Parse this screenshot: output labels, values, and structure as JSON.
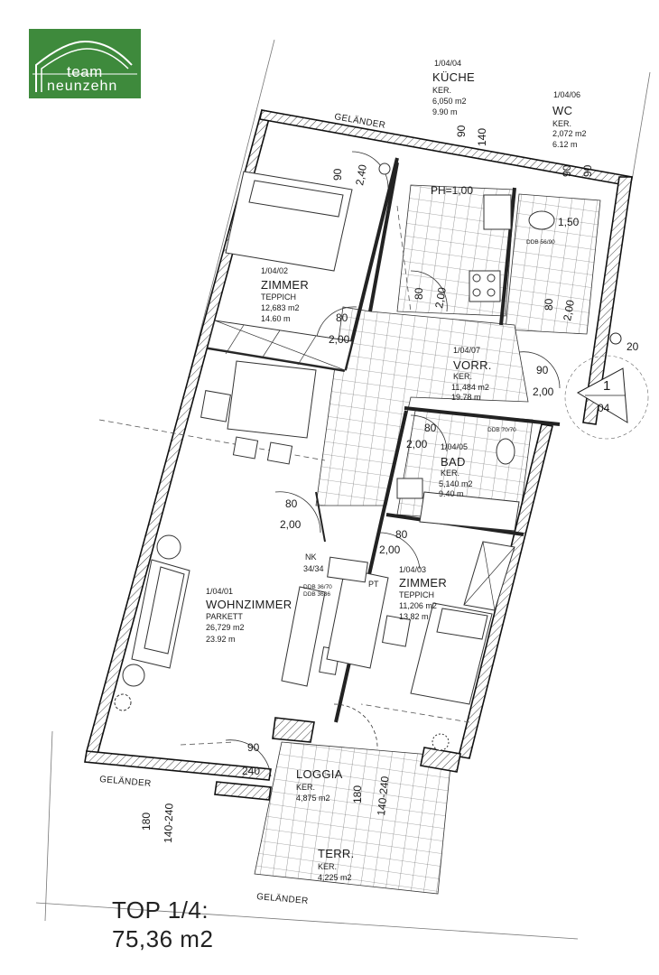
{
  "logo": {
    "line1": "team",
    "line2": "neunzehn",
    "bg_color": "#3e8a3c"
  },
  "rooms": {
    "kueche": {
      "id": "1/04/04",
      "name": "KÜCHE",
      "floor": "KER.",
      "area": "6,050 m2",
      "perimeter": "9.90  m"
    },
    "wc": {
      "id": "1/04/06",
      "name": "WC",
      "floor": "KER.",
      "area": "2,072 m2",
      "perimeter": "6.12  m"
    },
    "zimmer1": {
      "id": "1/04/02",
      "name": "ZIMMER",
      "floor": "TEPPICH",
      "area": "12,683 m2",
      "perimeter": "14.60  m"
    },
    "vorr": {
      "id": "1/04/07",
      "name": "VORR.",
      "floor": "KER.",
      "area": "11,484 m2",
      "perimeter": "19.78  m"
    },
    "bad": {
      "id": "1/04/05",
      "name": "BAD",
      "floor": "KER.",
      "area": "5,140 m2",
      "perimeter": "9.40  m"
    },
    "wohnzimmer": {
      "id": "1/04/01",
      "name": "WOHNZIMMER",
      "floor": "PARKETT",
      "area": "26,729 m2",
      "perimeter": "23.92  m"
    },
    "zimmer2": {
      "id": "1/04/03",
      "name": "ZIMMER",
      "floor": "TEPPICH",
      "area": "11,206 m2",
      "perimeter": "13.82  m"
    },
    "loggia": {
      "name": "LOGGIA",
      "floor": "KER.",
      "area": "4,875 m2"
    },
    "terr": {
      "name": "TERR.",
      "floor": "KER.",
      "area": "4,225 m2"
    }
  },
  "labels": {
    "gelaender": "GELÄNDER",
    "ph": "PH=1,00",
    "nk": "NK",
    "nk_num": "34/34",
    "pt": "PT",
    "ddb1": "DDB 36/70",
    "ddb2": "DDB 3636",
    "ddb_wc": "DDB 56/90",
    "ddb_bad": "DDB 70/70",
    "section_num": "1",
    "section_sheet": "04",
    "north": "20"
  },
  "dims": {
    "d90": "90",
    "d140": "140",
    "d240": "240",
    "d200": "2,00",
    "d80": "80",
    "d150": "1,50",
    "d180": "180",
    "d140_240": "140-240",
    "d2_00": "2.00",
    "d2_40": "2,40"
  },
  "total": {
    "line1": "TOP 1/4:",
    "line2": "75,36 m2"
  }
}
